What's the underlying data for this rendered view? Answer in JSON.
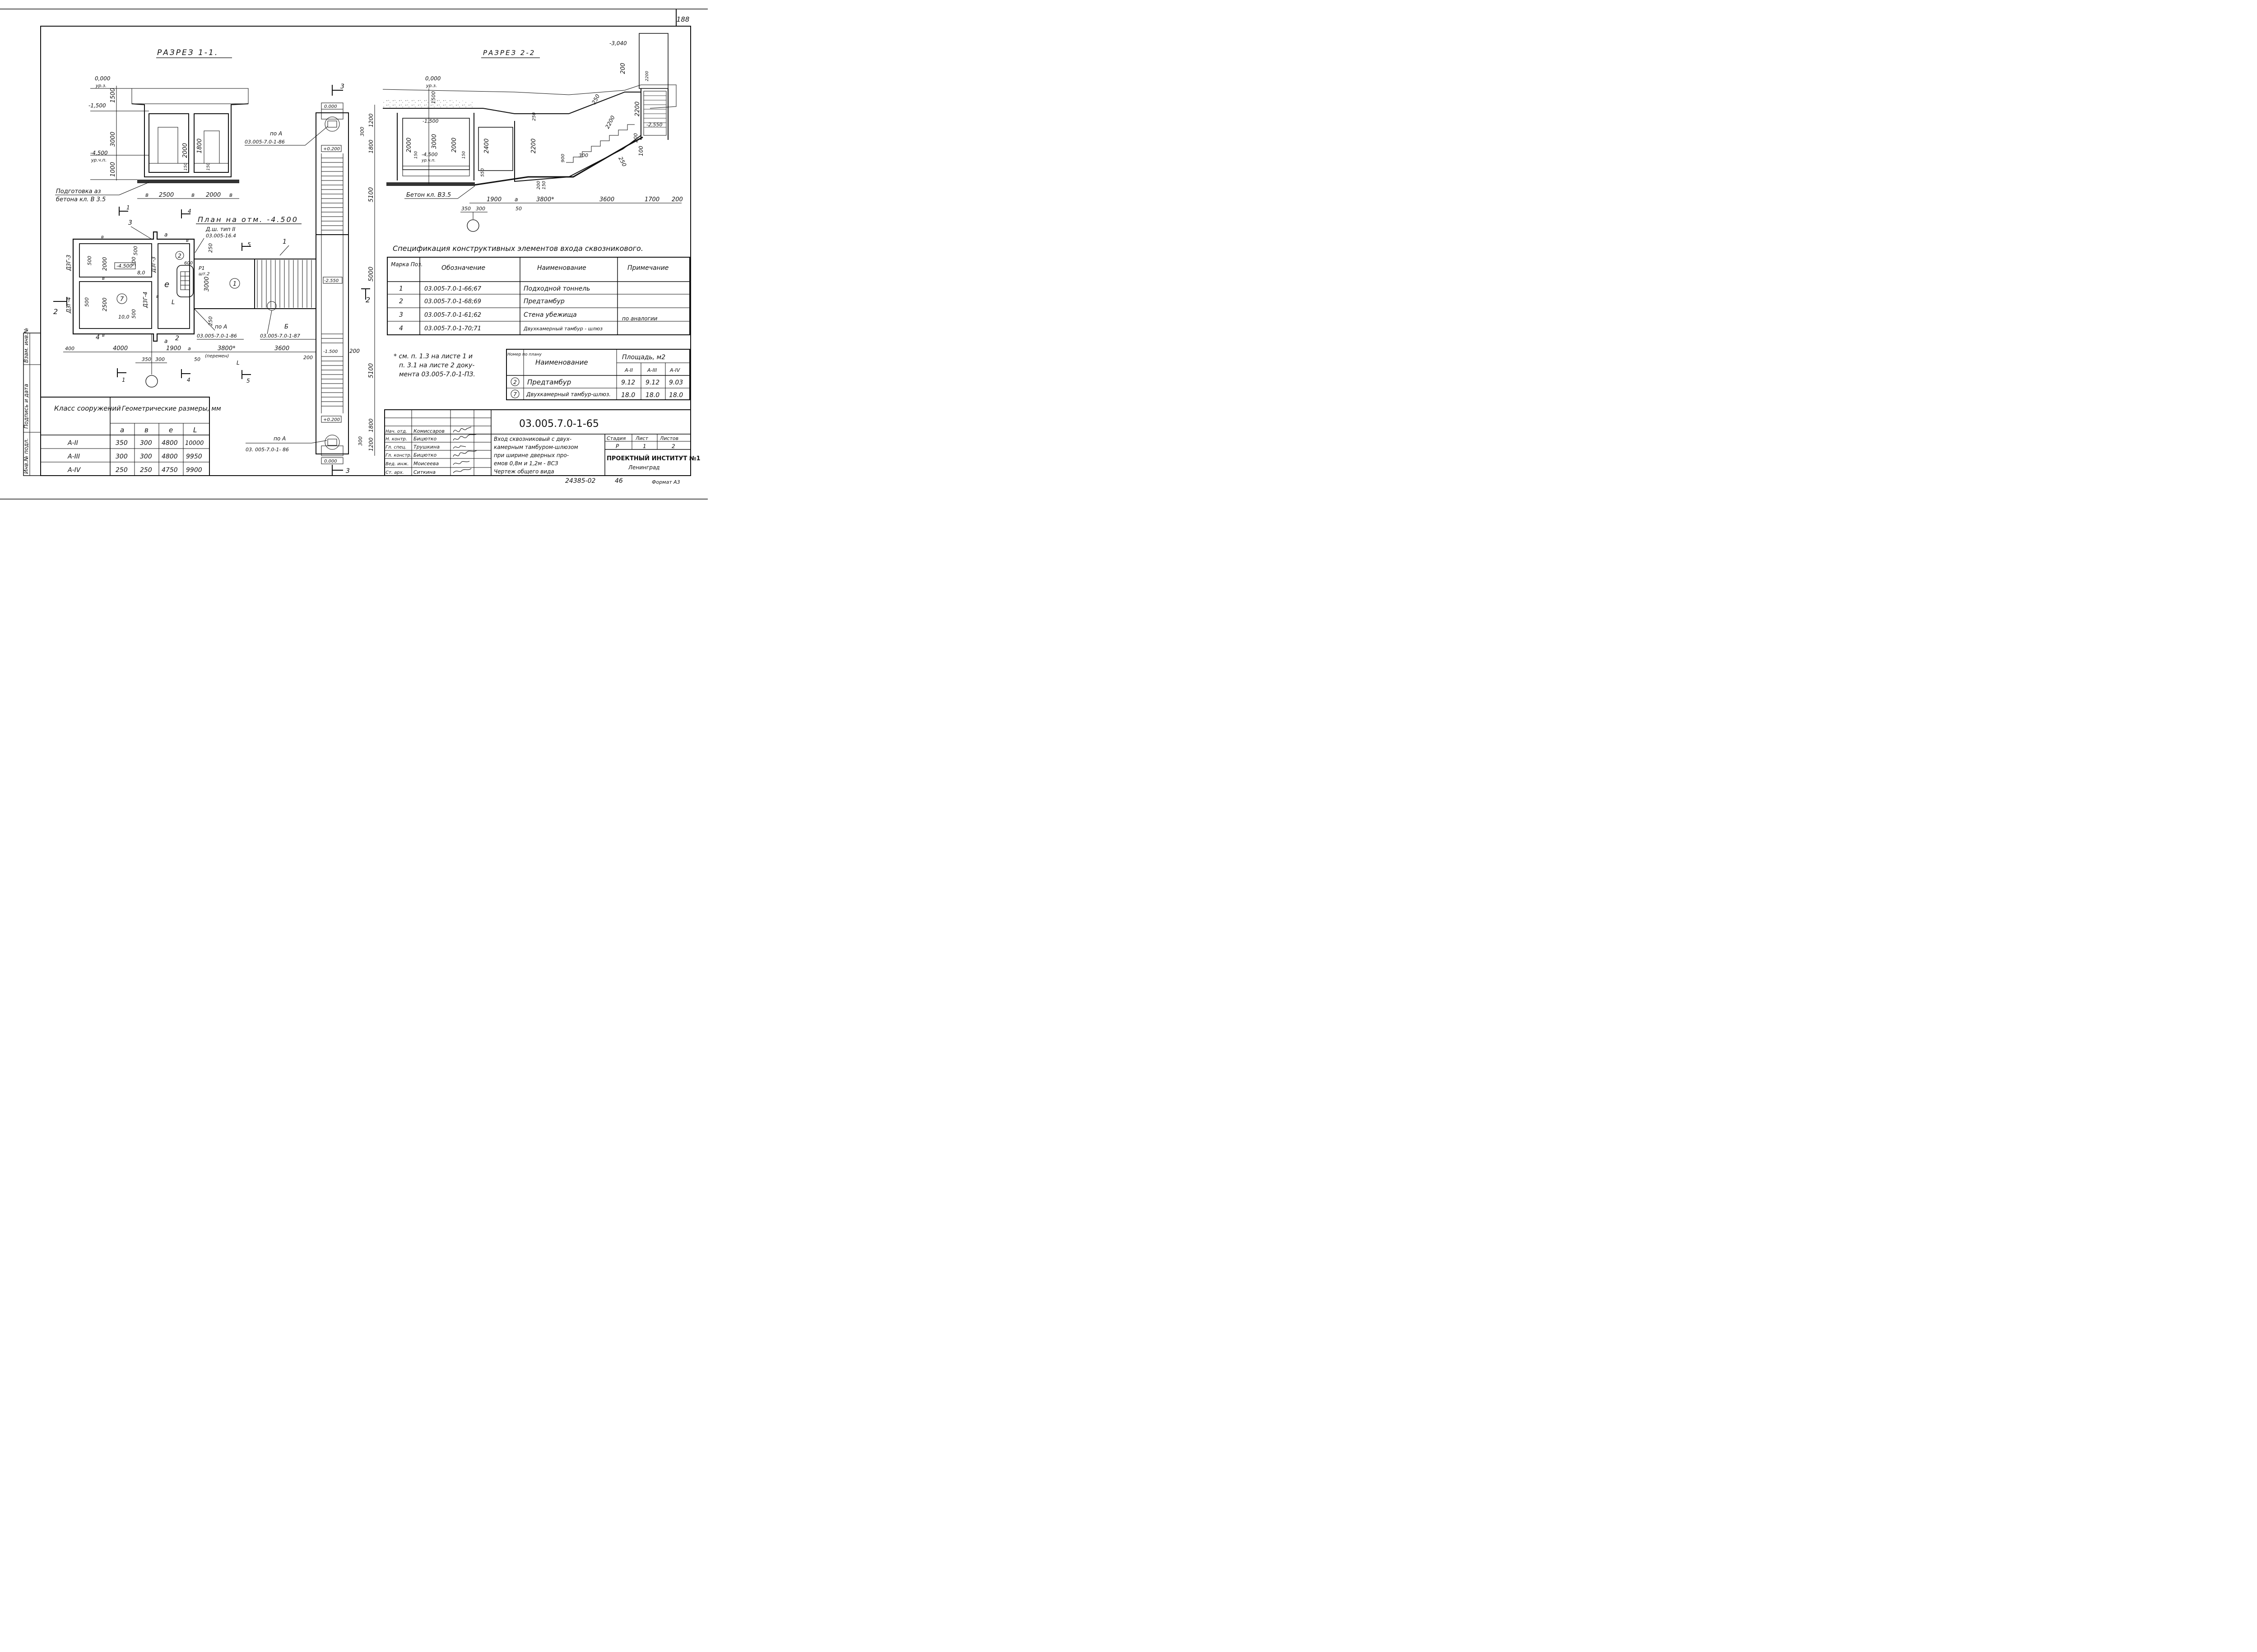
{
  "sheet_number": "188",
  "section_1": {
    "title": "РАЗРЕЗ 1-1.",
    "levels": [
      "0,000",
      "ур.з.",
      "-1,500",
      "-4,500",
      "ур.ч.п."
    ],
    "dims_vertical": [
      "1500",
      "3000",
      "1000",
      "2000",
      "150",
      "1800",
      "150"
    ],
    "dims_horizontal": [
      "в",
      "2500",
      "в",
      "2000",
      "в"
    ],
    "note_line1": "Подготовка аз",
    "note_line2": "бетона кл. В 3.5"
  },
  "section_2": {
    "title": "РАЗРЕЗ 2-2",
    "levels": [
      "0,000",
      "ур.з.",
      "-3,040",
      "-1,500",
      "-4,500",
      "ур.ч.п.",
      "-2,550"
    ],
    "dims_vertical": [
      "1500",
      "3000",
      "2000",
      "2000",
      "150",
      "150",
      "2400",
      "2200",
      "250",
      "550",
      "200",
      "150",
      "900",
      "300",
      "2200",
      "200",
      "100",
      "200",
      "2200"
    ],
    "dims_diagonal": [
      "250",
      "2200",
      "250"
    ],
    "dims_horizontal": [
      "1900",
      "а",
      "3800*",
      "3600",
      "1700",
      "200",
      "350",
      "300",
      "50"
    ],
    "note": "Бетон кл. В3.5"
  },
  "plan": {
    "title": "План на отм. -4.500",
    "door_label": "Д.ш. тип II",
    "door_ref": "03.005-16.4",
    "panel_labels": [
      "Д3Г-3",
      "Д3Г-3",
      "Д3Г-4",
      "Д3Г-4"
    ],
    "dims": [
      "500",
      "2000",
      "500",
      "2500",
      "500",
      "500",
      "500",
      "600",
      "3000",
      "250",
      "250",
      "a",
      "a",
      "в",
      "в",
      "в",
      "в",
      "в"
    ],
    "level_marks": [
      "-4.500",
      "8,0",
      "10,0"
    ],
    "room_marks": [
      "2",
      "7",
      "1"
    ],
    "section_marks": [
      "1",
      "1",
      "4",
      "4",
      "2",
      "5",
      "5",
      "3"
    ],
    "letters": [
      "e",
      "L",
      "2",
      "3",
      "1",
      "4"
    ],
    "p1_label": "Р1",
    "p1_count": "шт.2",
    "ref_a": "по А",
    "ref_a_code": "03.005-7.0-1-86",
    "ref_b": "Б",
    "ref_b_code": "03.005-7.0-1-87",
    "bottom_dims": [
      "400",
      "4000",
      "1900",
      "а",
      "3800*",
      "(перемен)",
      "3600",
      "200",
      "350",
      "300",
      "50",
      "L"
    ]
  },
  "stair": {
    "levels": [
      "0.000",
      "+0.200",
      "-2.550",
      "-1.500",
      "+0.200",
      "0.000"
    ],
    "ref_top": "по А",
    "ref_top_code": "03.005-7.0-1-86",
    "ref_bottom": "по А",
    "ref_bottom_code": "03. 005-7.0-1- 86",
    "dims_right": [
      "300",
      "1200",
      "1800",
      "5100",
      "5000",
      "5100",
      "1800",
      "300",
      "1200"
    ],
    "dim_200": "200",
    "section_marks": [
      "3",
      "3",
      "2"
    ]
  },
  "spec": {
    "title": "Спецификация конструктивных элементов входа сквозникового.",
    "headers": [
      "Марка Поз.",
      "Обозначение",
      "Наименование",
      "Примечание"
    ],
    "rows": [
      [
        "1",
        "03.005-7.0-1-66;67",
        "Подходной тоннель",
        ""
      ],
      [
        "2",
        "03.005-7.0-1-68;69",
        "Предтамбур",
        ""
      ],
      [
        "3",
        "03.005-7.0-1-61;62",
        "Стена убежища",
        "по аналогии"
      ],
      [
        "4",
        "03.005-7.0-1-70;71",
        "Двухкамерный тамбур - шлюз",
        ""
      ]
    ]
  },
  "footnote": {
    "line1": "* см. п. 1.3 на листе 1 и",
    "line2": "п. 3.1 на листе 2 доку-",
    "line3": "мента 03.005-7.0-1-ПЗ."
  },
  "area_table": {
    "h_number": "Номер по плану",
    "h_name": "Наименование",
    "h_area": "Площадь, м2",
    "classes": [
      "А-II",
      "А-III",
      "А-IV"
    ],
    "rows": [
      {
        "num": "2",
        "name": "Предтамбур",
        "v": [
          "9.12",
          "9.12",
          "9.03"
        ]
      },
      {
        "num": "7",
        "name": "Двухкамерный тамбур-шлюз.",
        "v": [
          "18.0",
          "18.0",
          "18.0"
        ]
      }
    ]
  },
  "geometry_table": {
    "h_class": "Класс сооружений",
    "h_geom": "Геометрические размеры, мм",
    "cols": [
      "a",
      "в",
      "e",
      "L"
    ],
    "rows": [
      {
        "cls": "А-II",
        "v": [
          "350",
          "300",
          "4800",
          "10000"
        ]
      },
      {
        "cls": "А-III",
        "v": [
          "300",
          "300",
          "4800",
          "9950"
        ]
      },
      {
        "cls": "А-IV",
        "v": [
          "250",
          "250",
          "4750",
          "9900"
        ]
      }
    ]
  },
  "title_block": {
    "code": "03.005.7.0-1-65",
    "staff": [
      {
        "role": "Нач. отд.",
        "name": "Комиссаров"
      },
      {
        "role": "Н. контр.",
        "name": "Бицютко"
      },
      {
        "role": "Гл. спец.",
        "name": "Трушкина"
      },
      {
        "role": "Гл. констр.",
        "name": "Бицютко"
      },
      {
        "role": "Вед. инж.",
        "name": "Моисеева"
      },
      {
        "role": "Ст. арх.",
        "name": "Ситкина"
      }
    ],
    "desc_lines": [
      "Вход сквозниковый с двух-",
      "камерным тамбуром-шлюзом",
      "при ширине дверных про-",
      "емов 0,8м и 1,2м - ВСЗ",
      "Чертеж общего вида"
    ],
    "h_stage": "Стадия",
    "h_sheet": "Лист",
    "h_sheets": "Листов",
    "stage": "Р",
    "sheet": "1",
    "sheets": "2",
    "org_line1": "ПРОЕКТНЫЙ ИНСТИТУТ №1",
    "org_line2": "Ленинград"
  },
  "left_margin": [
    "Инв.№ подл.",
    "Подпись и дата",
    "Взам. инв.№"
  ],
  "bottom": {
    "inv": "24385-02",
    "num": "46",
    "format": "Формат А3"
  }
}
